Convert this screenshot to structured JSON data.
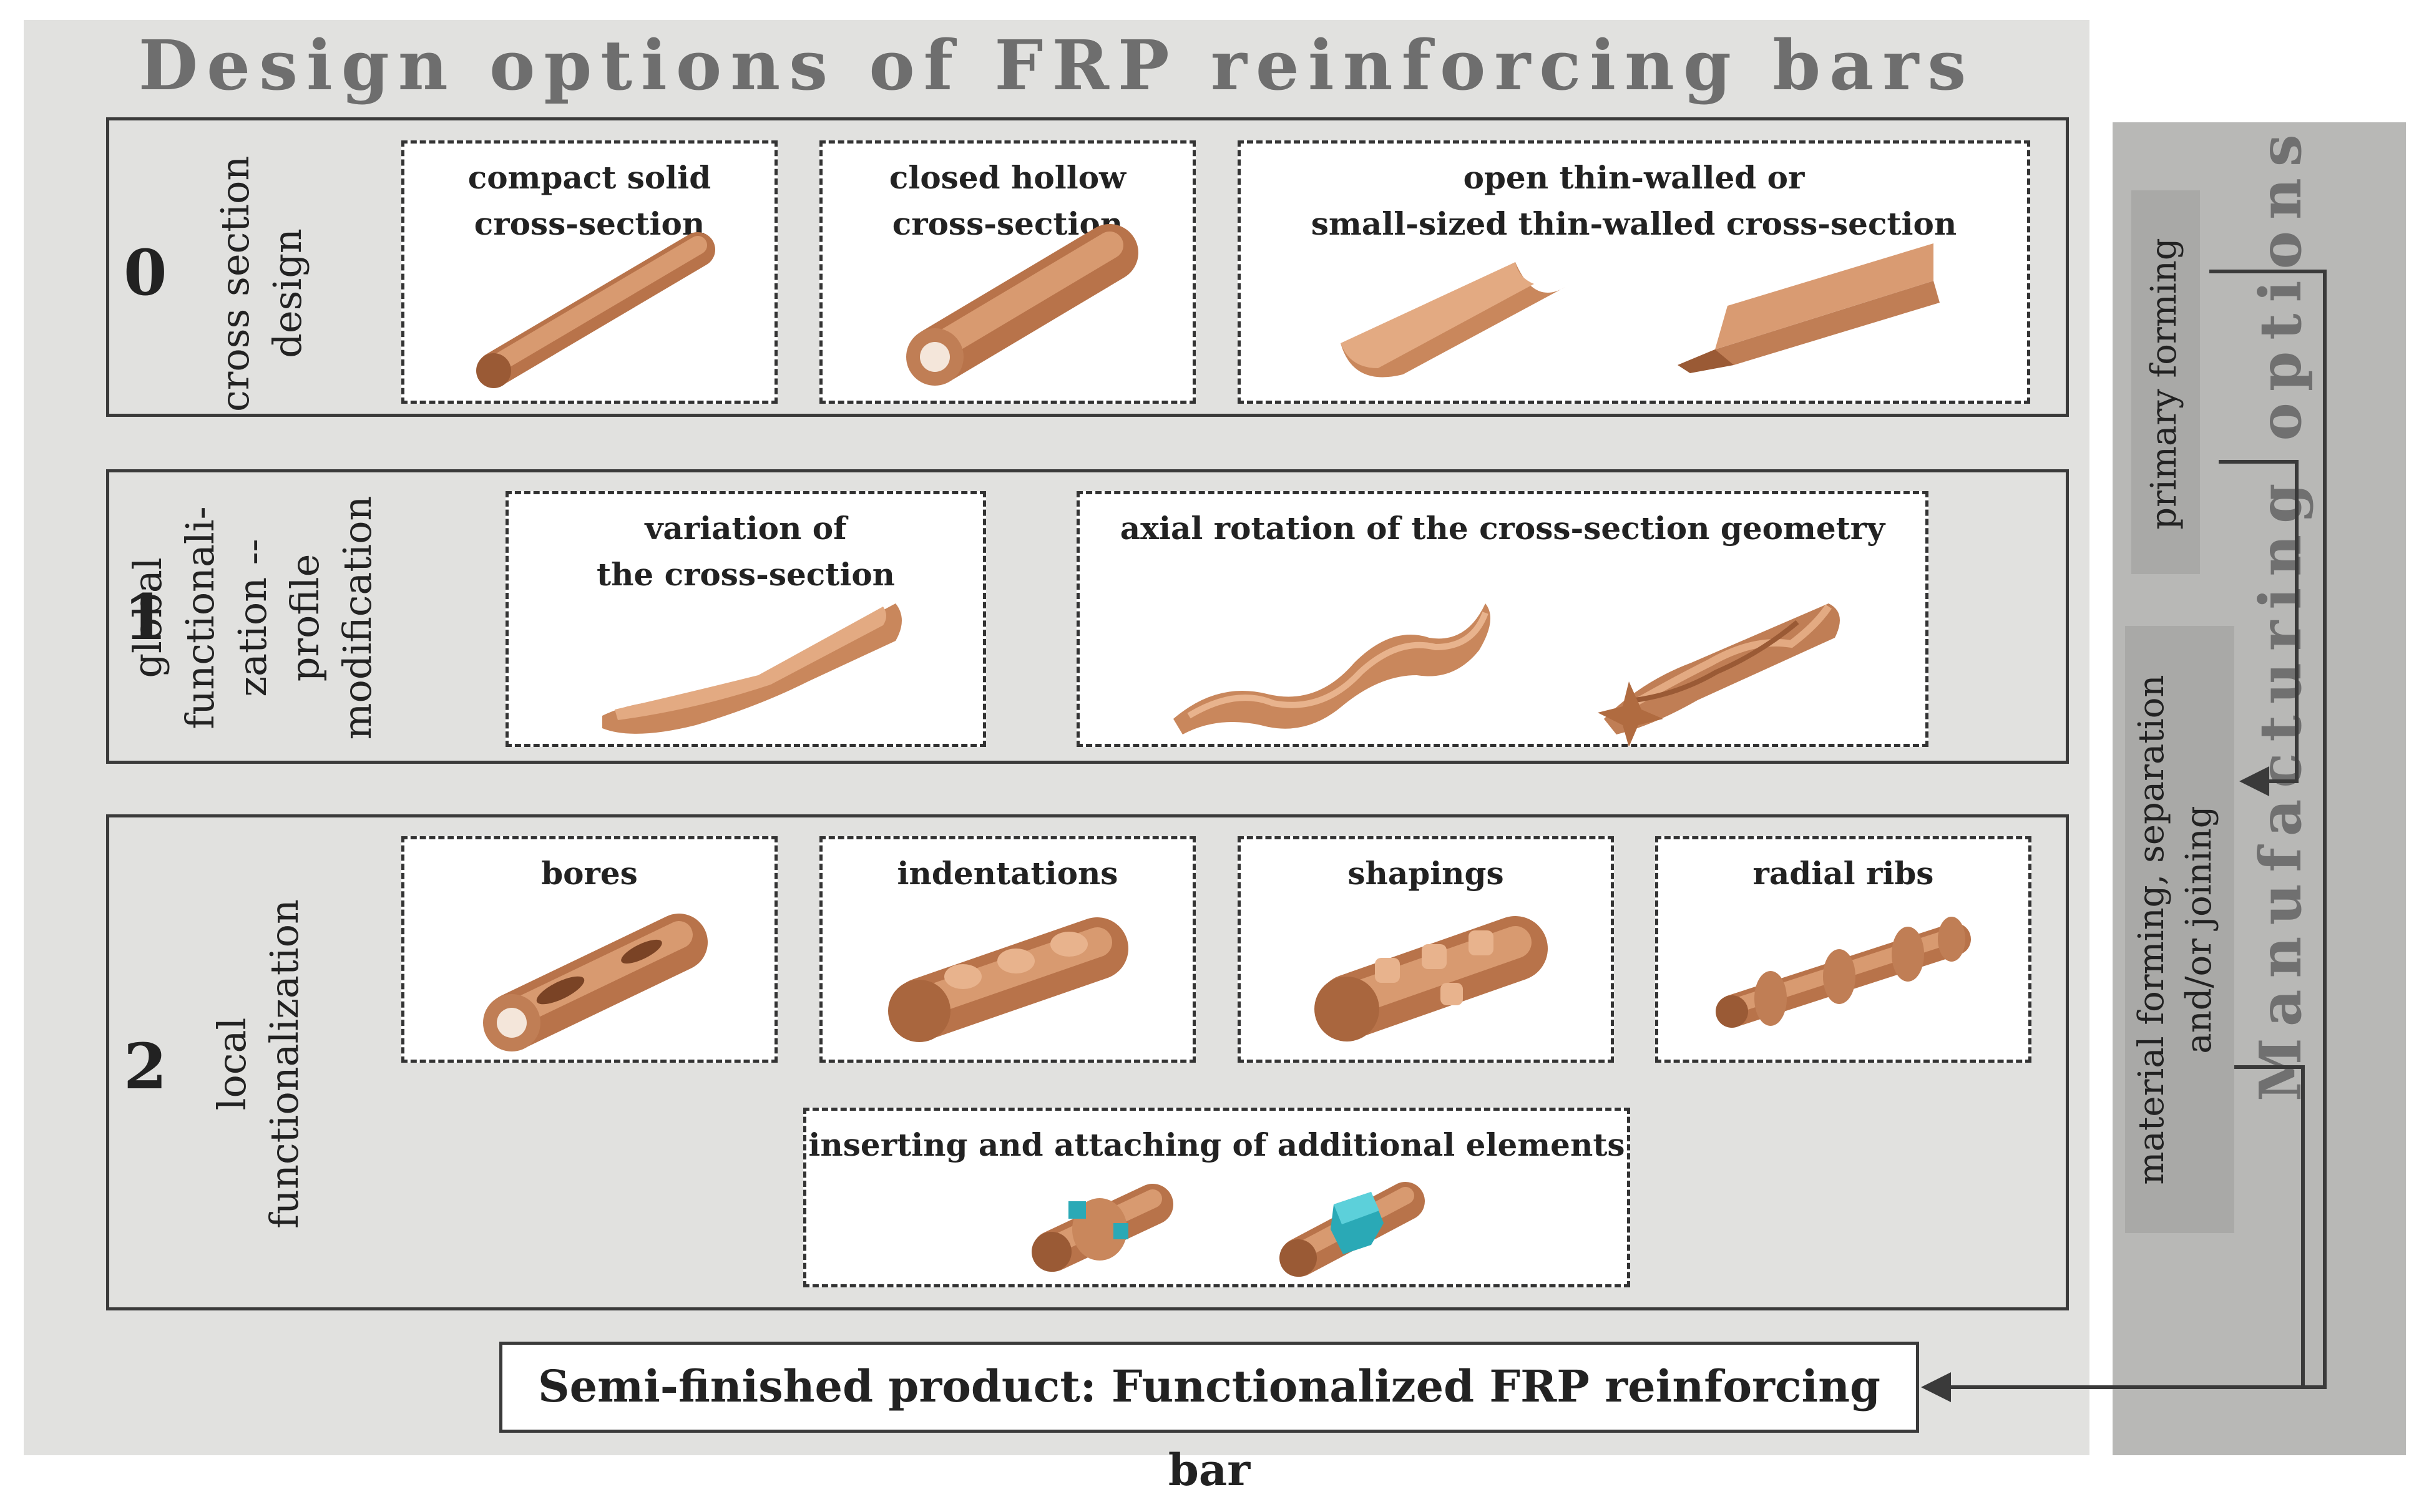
{
  "title": "Design options of FRP reinforcing bars",
  "colors": {
    "bar": "#c9875c",
    "insert": "#2aa9b6",
    "panel": "#e1e1df",
    "mfg_panel": "#b8b8b6"
  },
  "levels": [
    {
      "number": "0",
      "name": "cross section\ndesign",
      "options": [
        {
          "label": "compact solid\ncross-section"
        },
        {
          "label": "closed hollow\ncross-section"
        },
        {
          "label": "open thin-walled or\nsmall-sized thin-walled cross-section"
        }
      ]
    },
    {
      "number": "1",
      "name": "global\nfunctionali-\nzation --\nprofile\nmodification",
      "options": [
        {
          "label": "variation of\nthe cross-section"
        },
        {
          "label": "axial rotation of the cross-section geometry"
        }
      ]
    },
    {
      "number": "2",
      "name": "local\nfunctionalization",
      "options": [
        {
          "label": "bores"
        },
        {
          "label": "indentations"
        },
        {
          "label": "shapings"
        },
        {
          "label": "radial ribs"
        },
        {
          "label": "inserting and attaching of additional elements"
        }
      ]
    }
  ],
  "result": "Semi-finished product: Functionalized FRP reinforcing bar",
  "manufacturing": {
    "title": "Manufacturing options",
    "steps": [
      "primary forming",
      "material forming, separation\nand/or joining"
    ]
  }
}
